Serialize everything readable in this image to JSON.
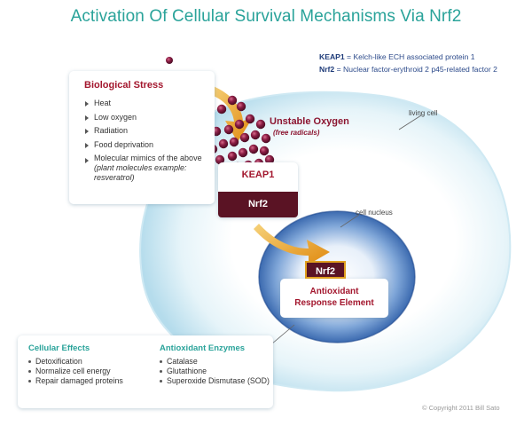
{
  "title": "Activation Of Cellular Survival Mechanisms Via Nrf2",
  "legend": {
    "keap1_abbr": "KEAP1",
    "keap1_def": " = Kelch-like ECH associated protein 1",
    "nrf2_abbr": "Nrf2",
    "nrf2_def": " = Nuclear factor-erythroid 2 p45-related factor 2"
  },
  "biological_stress": {
    "title": "Biological Stress",
    "items": [
      "Heat",
      "Low oxygen",
      "Radiation",
      "Food deprivation"
    ],
    "last_item_line1": "Molecular mimics of the",
    "last_item_line2": "above ",
    "last_item_italic": "(plant molecules example: resveratrol)"
  },
  "unstable_oxygen": {
    "title": "Unstable Oxygen",
    "subtitle": "(free radicals)"
  },
  "labels": {
    "living_cell": "living cell",
    "cell_nucleus": "cell nucleus"
  },
  "keap1_complex": {
    "keap1": "KEAP1",
    "nrf2": "Nrf2"
  },
  "nucleus_complex": {
    "nrf2": "Nrf2",
    "are_line1": "Antioxidant",
    "are_line2": "Response Element"
  },
  "cellular_effects": {
    "title": "Cellular Effects",
    "items": [
      "Detoxification",
      "Normalize cell energy",
      "Repair damaged proteins"
    ]
  },
  "antioxidant_enzymes": {
    "title": "Antioxidant Enzymes",
    "items": [
      "Catalase",
      "Glutathione",
      "Superoxide Dismutase (SOD)"
    ]
  },
  "copyright": "© Copyright 2011 Bill Sato",
  "colors": {
    "title_teal": "#2aa39a",
    "dark_red": "#a3172e",
    "maroon": "#5a1324",
    "arrow_orange": "#e8a020",
    "cell_blue": "#bfe3ef"
  }
}
